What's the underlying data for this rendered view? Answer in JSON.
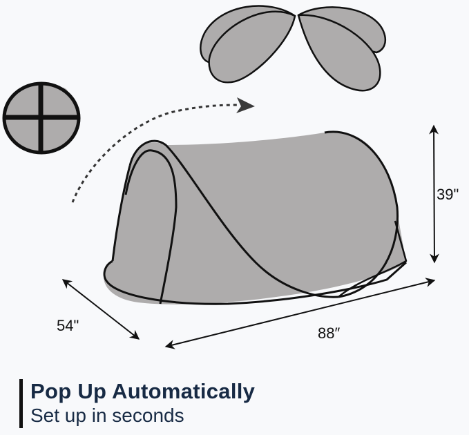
{
  "illustration": {
    "description": "Pop-up tent unfolding from a folded disc into a tent",
    "elements": [
      "folded-tent-disc-icon",
      "unfolding-tent-loops-icon",
      "dotted-curve-arrow-icon",
      "tent-icon"
    ],
    "colors": {
      "tent_fill": "#aeacac",
      "outline": "#111111",
      "arrow": "#333333",
      "background": "#f8f9fb"
    }
  },
  "dimensions": {
    "height": "39\"",
    "width": "54\"",
    "length": "88″"
  },
  "caption": {
    "title": "Pop Up Automatically",
    "subtitle": "Set up in seconds",
    "text_color": "#172a44",
    "bar_color": "#111111"
  }
}
